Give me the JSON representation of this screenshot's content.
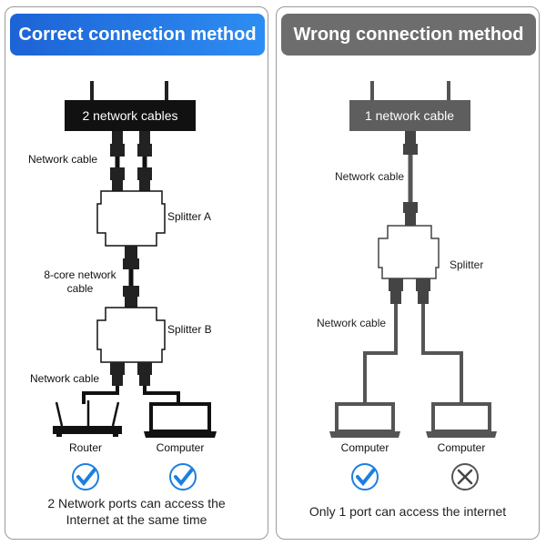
{
  "colors": {
    "blue_title": "#1d63d6",
    "gray_title": "#6d6d6d",
    "check_blue": "#1c7fe0"
  },
  "left": {
    "title": "Correct connection method",
    "top_label": "2 network cables",
    "network_cable_top": "Network cable",
    "splitter_a": "Splitter A",
    "core_cable_line1": "8-core network",
    "core_cable_line2": "cable",
    "splitter_b": "Splitter B",
    "network_cable_bottom": "Network cable",
    "router": "Router",
    "computer": "Computer",
    "footer_line1": "2 Network ports can access the",
    "footer_line2": "Internet at the same time",
    "status_router": "check-icon",
    "status_computer": "check-icon"
  },
  "right": {
    "title": "Wrong connection method",
    "top_label": "1 network cable",
    "network_cable_top": "Network cable",
    "splitter": "Splitter",
    "network_cable_bottom": "Network cable",
    "computer_left": "Computer",
    "computer_right": "Computer",
    "footer": "Only 1 port can access the internet",
    "status_left": "check-icon",
    "status_right": "cross-icon"
  }
}
